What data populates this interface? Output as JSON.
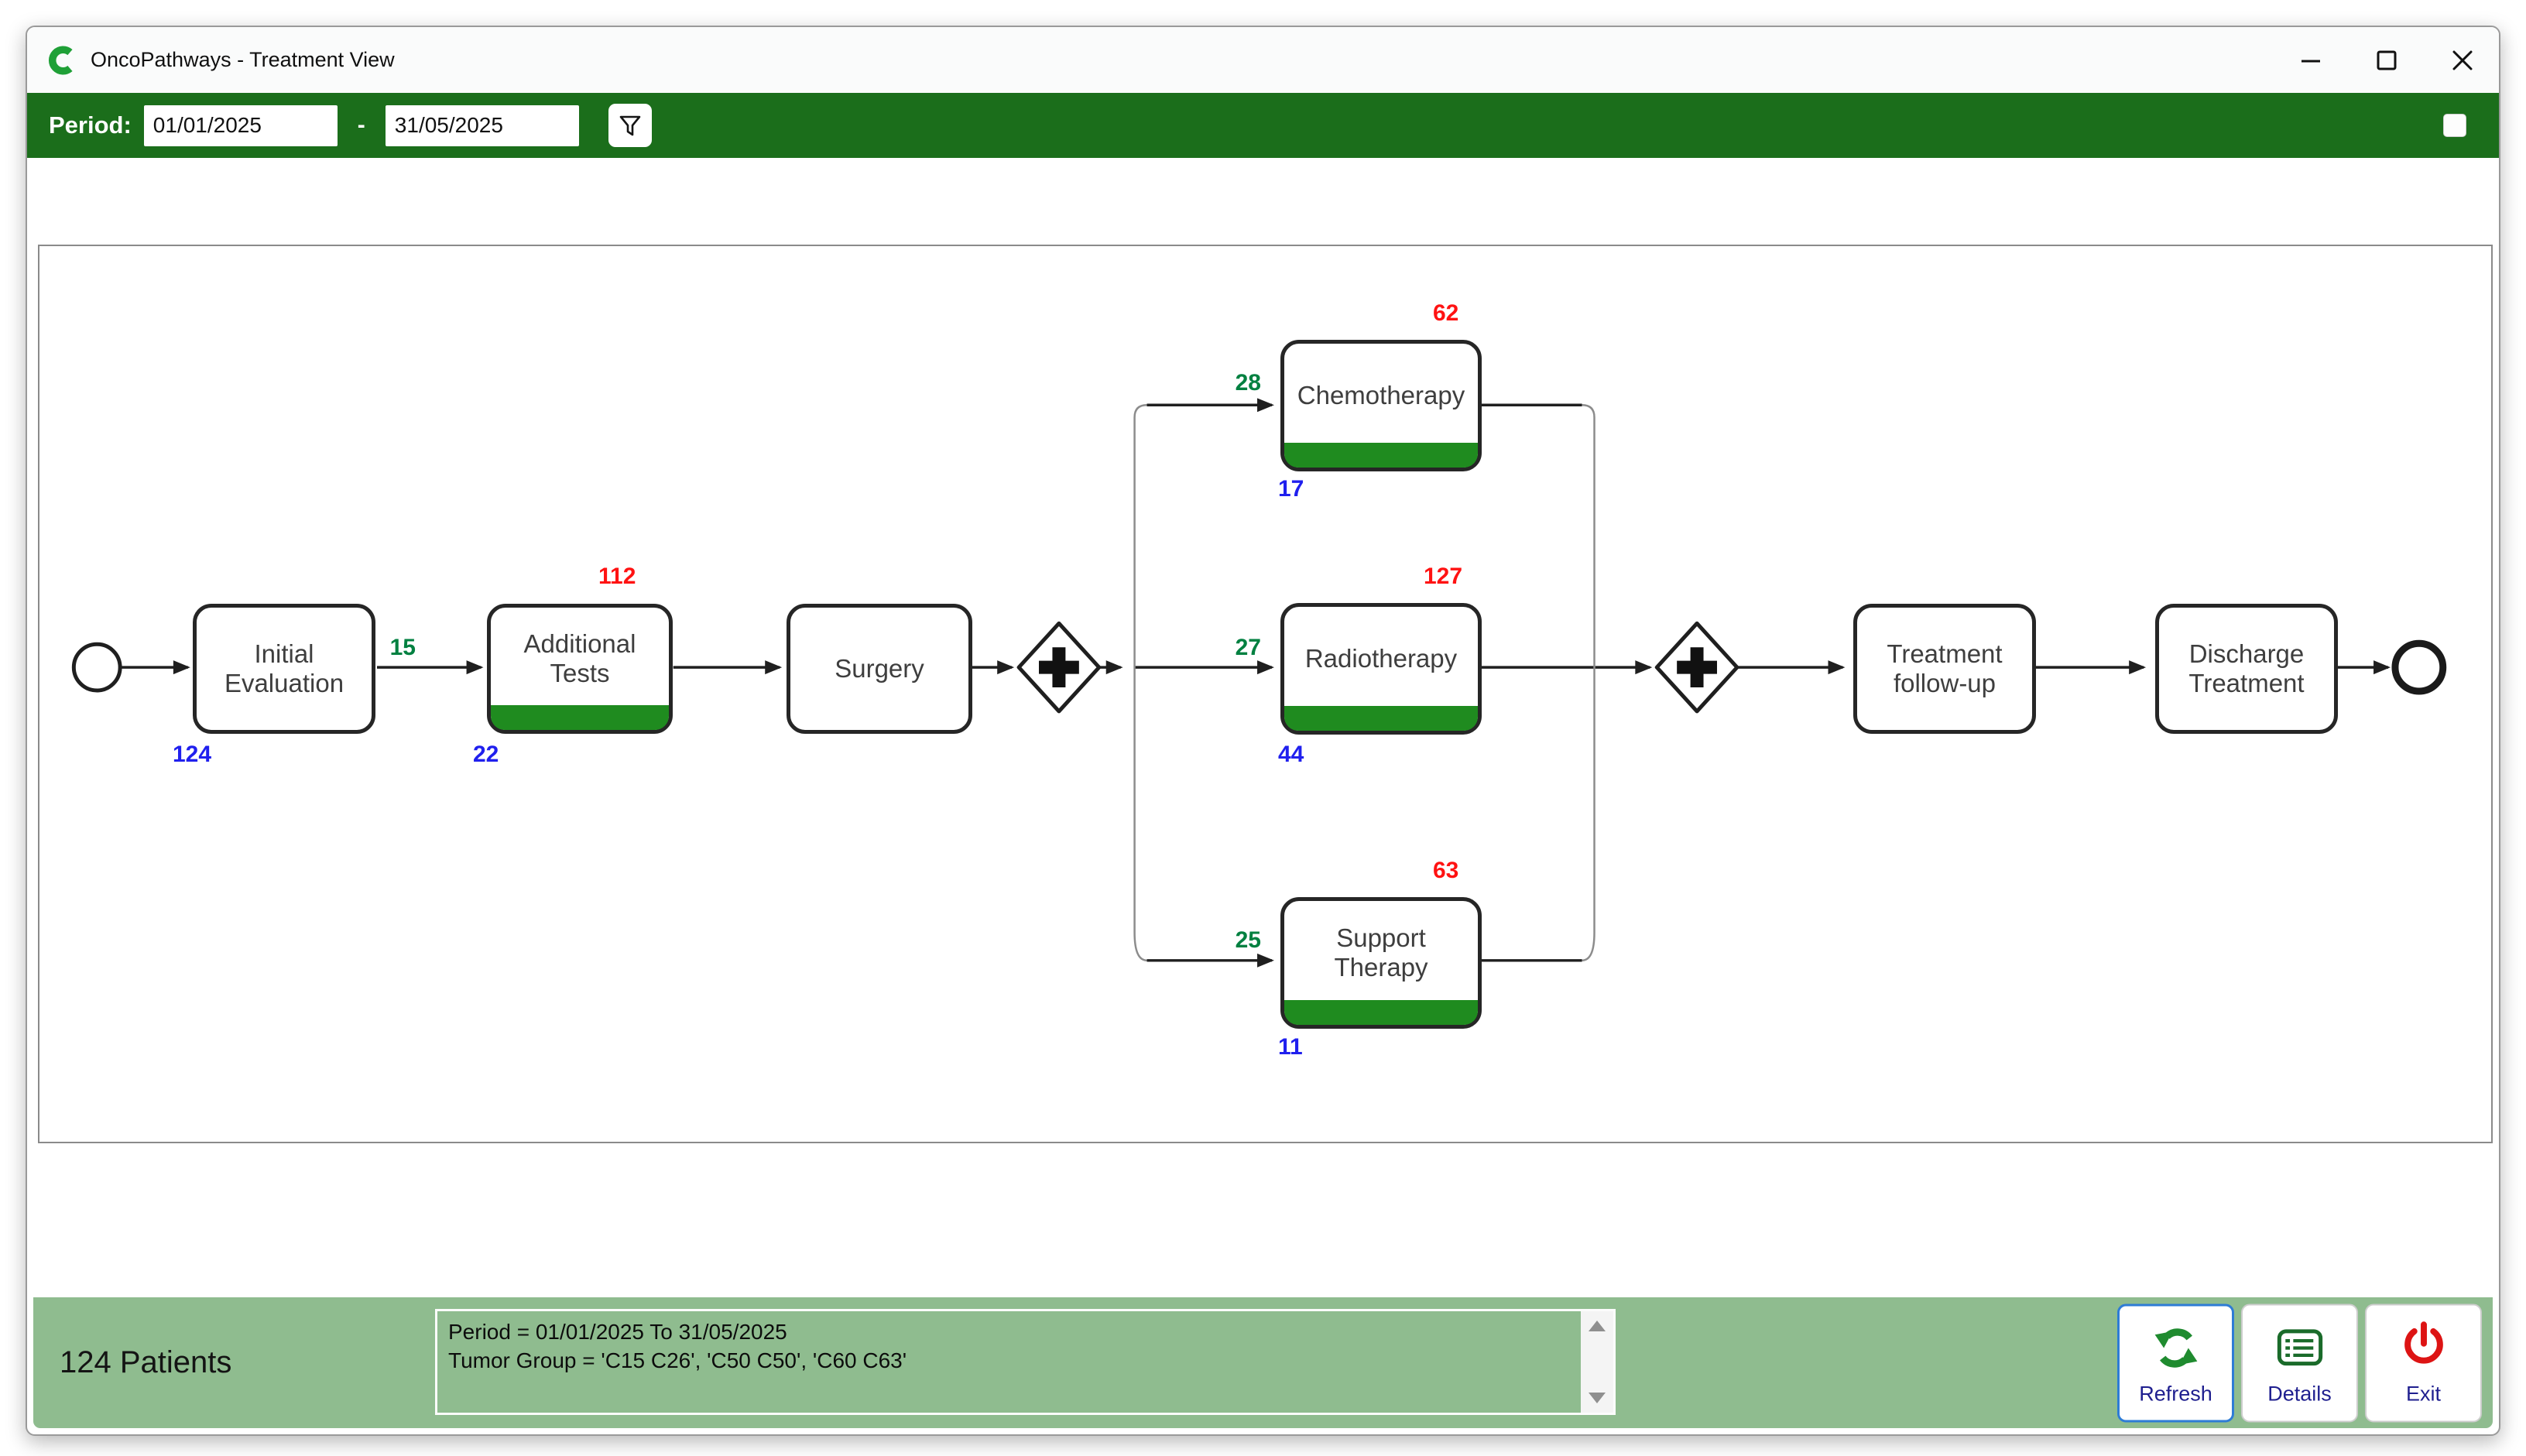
{
  "colors": {
    "toolbar-green": "#1b6e1b",
    "strip-green": "#1f8b1f",
    "status-green": "#8fbc8f",
    "logo-green": "#1fa037",
    "icon-green": "#1f8b2f",
    "details-green": "#1a6b2a",
    "exit-red": "#dd1414",
    "label-red": "#ff1212",
    "label-blue": "#2020ee",
    "label-green": "#008040",
    "btn-label-navy": "#1f1f8f",
    "focus-blue": "#2e7cd6"
  },
  "titlebar": {
    "title": "OncoPathways - Treatment View"
  },
  "toolbar": {
    "period_label": "Period:",
    "date_from": "01/01/2025",
    "date_to": "31/05/2025",
    "separator": "-"
  },
  "diagram": {
    "nodes": {
      "initial": {
        "label": "Initial\nEvaluation",
        "below": "124"
      },
      "addtests": {
        "label": "Additional\nTests",
        "above": "112",
        "below": "22"
      },
      "surgery": {
        "label": "Surgery"
      },
      "chemo": {
        "label": "Chemotherapy",
        "above": "62",
        "below": "17"
      },
      "radio": {
        "label": "Radiotherapy",
        "above": "127",
        "below": "44"
      },
      "support": {
        "label": "Support\nTherapy",
        "above": "63",
        "below": "11"
      },
      "followup": {
        "label": "Treatment\nfollow-up"
      },
      "discharge": {
        "label": "Discharge\nTreatment"
      }
    },
    "edge_labels": {
      "to_addtests": "15",
      "to_chemo": "28",
      "to_radio": "27",
      "to_support": "25"
    }
  },
  "statusbar": {
    "patients": "124 Patients",
    "filter_line1": "Period = 01/01/2025 To 31/05/2025",
    "filter_line2": "Tumor Group = 'C15 C26', 'C50 C50', 'C60 C63'",
    "refresh_label": "Refresh",
    "details_label": "Details",
    "exit_label": "Exit"
  }
}
